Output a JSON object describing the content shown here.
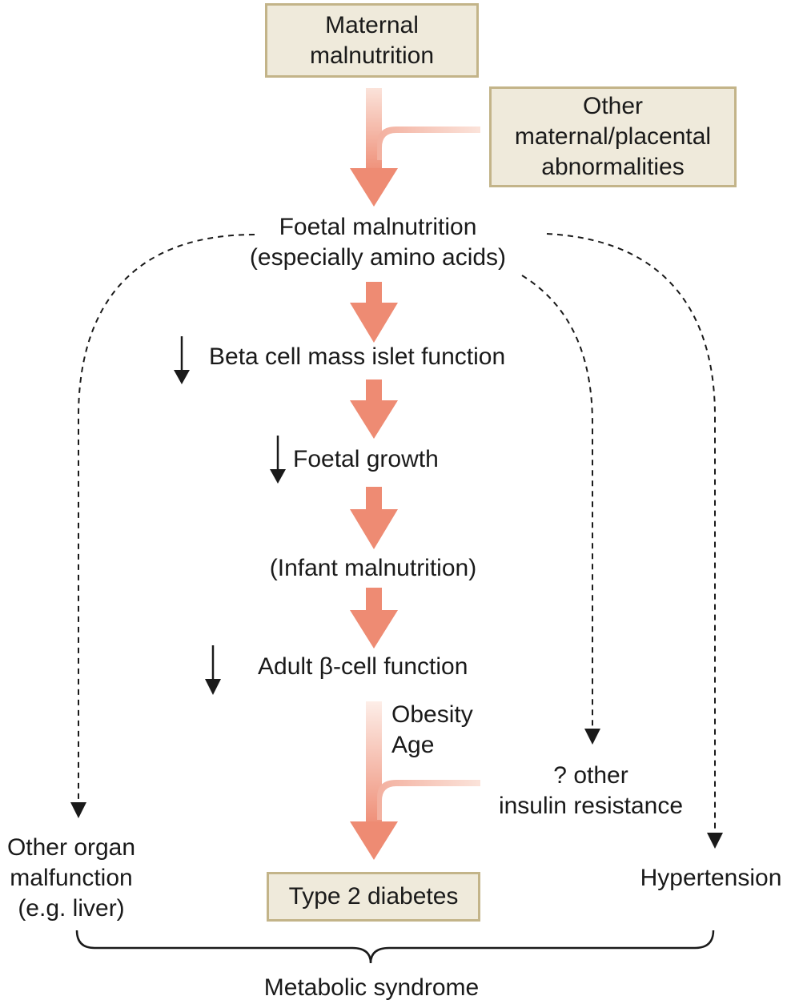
{
  "nodes": {
    "maternal_malnutrition": [
      "Maternal",
      "malnutrition"
    ],
    "other_abnormalities": [
      "Other",
      "maternal/placental",
      "abnormalities"
    ],
    "foetal_malnutrition": [
      "Foetal malnutrition",
      "(especially amino acids)"
    ],
    "beta_cell_mass": "Beta cell mass islet function",
    "foetal_growth": "Foetal growth",
    "infant_malnutrition": "(Infant malnutrition)",
    "adult_beta_cell": "Adult β-cell function",
    "obesity_age": [
      "Obesity",
      "Age"
    ],
    "other_insulin_resistance": [
      "? other",
      "insulin resistance"
    ],
    "other_organ": [
      "Other organ",
      "malfunction",
      "(e.g. liver)"
    ],
    "hypertension": "Hypertension",
    "type2_diabetes": "Type 2 diabetes",
    "metabolic_syndrome": "Metabolic syndrome"
  },
  "colors": {
    "main_arrow": "#ee8b73",
    "box_fill": "#efeadb",
    "box_border": "#c3b489",
    "line": "#1a1a1a"
  }
}
